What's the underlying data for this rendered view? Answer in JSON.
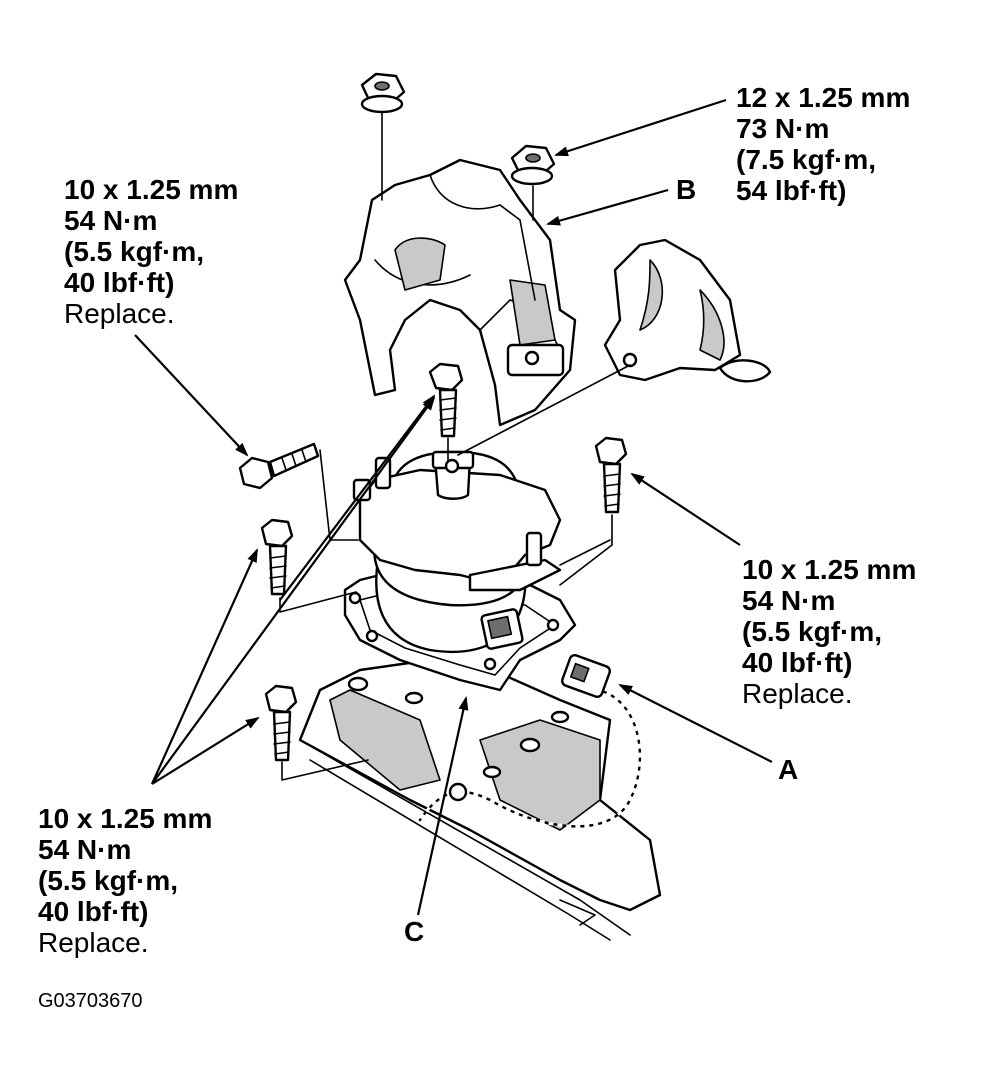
{
  "callouts": {
    "top_right": {
      "size": "12 x 1.25 mm",
      "torque_nm": "73 N·m",
      "torque_kgfm": "(7.5 kgf·m,",
      "torque_lbfft": "54 lbf·ft)"
    },
    "top_left": {
      "size": "10 x 1.25 mm",
      "torque_nm": "54 N·m",
      "torque_kgfm": "(5.5 kgf·m,",
      "torque_lbfft": "40 lbf·ft)",
      "note": "Replace."
    },
    "right": {
      "size": "10 x 1.25 mm",
      "torque_nm": "54 N·m",
      "torque_kgfm": "(5.5 kgf·m,",
      "torque_lbfft": "40 lbf·ft)",
      "note": "Replace."
    },
    "bottom_left": {
      "size": "10 x 1.25 mm",
      "torque_nm": "54 N·m",
      "torque_kgfm": "(5.5 kgf·m,",
      "torque_lbfft": "40 lbf·ft)",
      "note": "Replace."
    }
  },
  "letters": {
    "a": "A",
    "b": "B",
    "c": "C"
  },
  "figure_id": "G03703670"
}
